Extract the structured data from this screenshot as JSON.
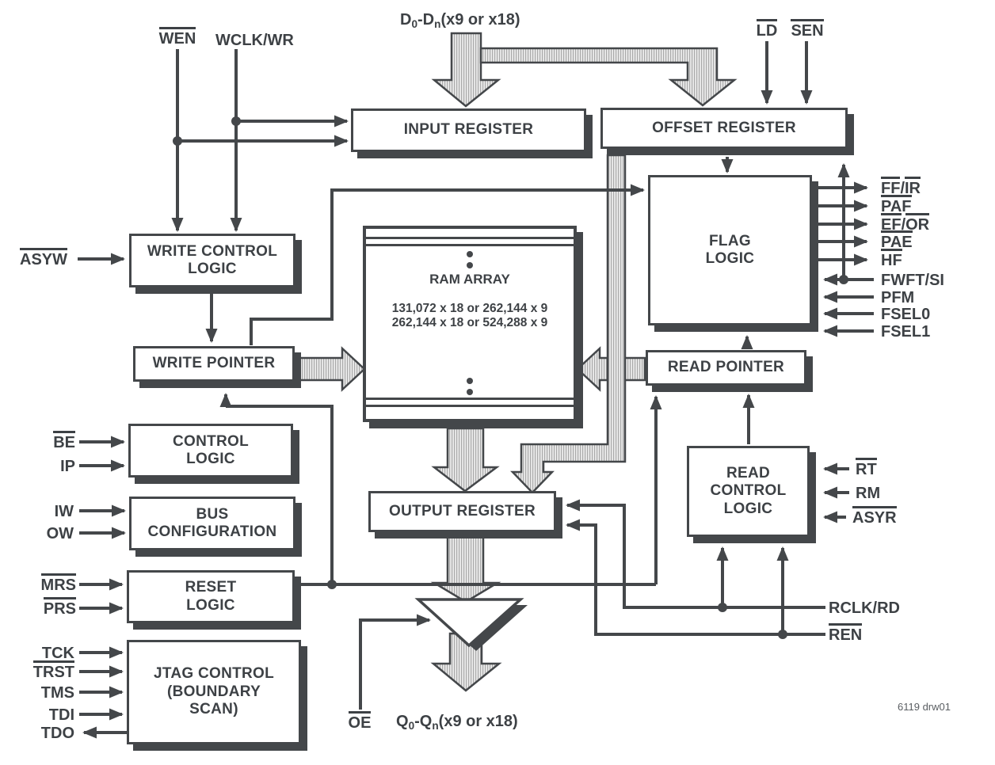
{
  "boxes": {
    "input_register": "INPUT REGISTER",
    "offset_register": "OFFSET REGISTER",
    "write_control": "WRITE CONTROL\nLOGIC",
    "write_pointer": "WRITE POINTER",
    "ram": {
      "title": "RAM ARRAY",
      "capacity": "131,072 x 18 or 262,144 x 9\n262,144 x 18 or 524,288 x 9"
    },
    "flag_logic": "FLAG\nLOGIC",
    "read_pointer": "READ POINTER",
    "read_control": "READ\nCONTROL\nLOGIC",
    "output_register": "OUTPUT REGISTER",
    "control_logic": "CONTROL\nLOGIC",
    "bus_config": "BUS\nCONFIGURATION",
    "reset_logic": "RESET\nLOGIC",
    "jtag": "JTAG CONTROL\n(BOUNDARY\nSCAN)"
  },
  "signals": {
    "wen": [
      {
        "t": "WEN",
        "ov": true
      }
    ],
    "wclk_wr": [
      {
        "t": "WCLK/WR"
      }
    ],
    "d_bus": [
      {
        "t": "D"
      },
      {
        "t": "0",
        "sub": true
      },
      {
        "t": " -D"
      },
      {
        "t": "n",
        "sub": true
      },
      {
        "t": " (x9 or x18)"
      }
    ],
    "ld": [
      {
        "t": "LD",
        "ov": true
      }
    ],
    "sen": [
      {
        "t": "SEN",
        "ov": true
      }
    ],
    "asyw": [
      {
        "t": "ASYW",
        "ov": true
      }
    ],
    "ff_ir": [
      {
        "t": "FF",
        "ov": true
      },
      {
        "t": "/"
      },
      {
        "t": "IR",
        "ov": true
      }
    ],
    "paf": [
      {
        "t": "PAF",
        "ov": true
      }
    ],
    "ef_or": [
      {
        "t": "EF",
        "ov": true
      },
      {
        "t": "/"
      },
      {
        "t": "OR",
        "ov": true
      }
    ],
    "pae": [
      {
        "t": "PAE",
        "ov": true
      }
    ],
    "hf": [
      {
        "t": "HF",
        "ov": true
      }
    ],
    "fwft_si": [
      {
        "t": "FWFT/SI"
      }
    ],
    "pfm": [
      {
        "t": "PFM"
      }
    ],
    "fsel0": [
      {
        "t": "FSEL0"
      }
    ],
    "fsel1": [
      {
        "t": "FSEL1"
      }
    ],
    "rt": [
      {
        "t": "RT",
        "ov": true
      }
    ],
    "rm": [
      {
        "t": "RM"
      }
    ],
    "asyr": [
      {
        "t": "ASYR",
        "ov": true
      }
    ],
    "rclk_rd": [
      {
        "t": "RCLK/RD"
      }
    ],
    "ren": [
      {
        "t": "REN",
        "ov": true
      }
    ],
    "be": [
      {
        "t": "BE",
        "ov": true
      }
    ],
    "ip": [
      {
        "t": "IP"
      }
    ],
    "iw": [
      {
        "t": "IW"
      }
    ],
    "ow": [
      {
        "t": "OW"
      }
    ],
    "mrs": [
      {
        "t": "MRS",
        "ov": true
      }
    ],
    "prs": [
      {
        "t": "PRS",
        "ov": true
      }
    ],
    "tck": [
      {
        "t": "TCK"
      }
    ],
    "trst": [
      {
        "t": "TRST",
        "ov": true
      }
    ],
    "tms": [
      {
        "t": "TMS"
      }
    ],
    "tdi": [
      {
        "t": "TDI"
      }
    ],
    "tdo": [
      {
        "t": "TDO"
      }
    ],
    "oe": [
      {
        "t": "OE",
        "ov": true
      }
    ],
    "q_bus": [
      {
        "t": "Q"
      },
      {
        "t": "0",
        "sub": true
      },
      {
        "t": " -Q"
      },
      {
        "t": "n",
        "sub": true
      },
      {
        "t": " (x9 or x18)"
      }
    ]
  },
  "footnote": "6119 drw01",
  "colors": {
    "line": "#44474a",
    "text": "#3d4145",
    "bus_fill": "#ebebeb",
    "bus_stripe": "#a9a9a9",
    "background": "#ffffff"
  }
}
